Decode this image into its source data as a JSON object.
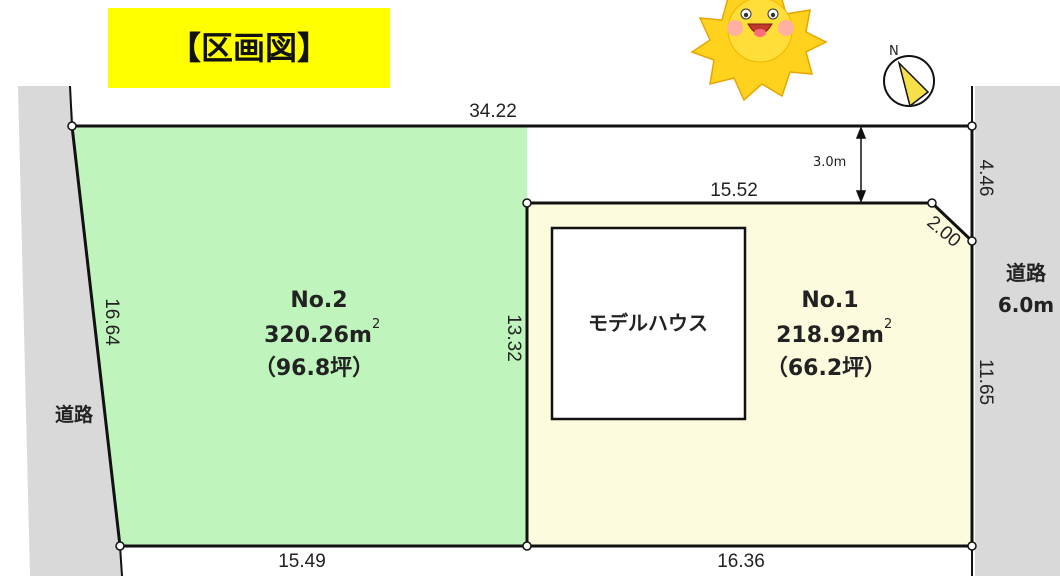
{
  "title": "【区画図】",
  "dimensions": {
    "top": "34.22",
    "left": "16.64",
    "bottom_left": "15.49",
    "bottom_right": "16.36",
    "middle": "13.32",
    "lot1_top": "15.52",
    "corner": "2.00",
    "right_upper": "4.46",
    "right_lower": "11.65",
    "setback": "3.0m"
  },
  "lots": [
    {
      "number": "No.2",
      "area": "320.26m",
      "tsubo": "（96.8坪）",
      "color": "#bff5bd"
    },
    {
      "number": "No.1",
      "area": "218.92m",
      "tsubo": "（66.2坪）",
      "color": "#fdfbdd"
    }
  ],
  "area_unit_superscript": "2",
  "model_house": "モデルハウス",
  "roads": {
    "left": "道路",
    "right": "道路",
    "right_width": "6.0m",
    "color": "#d9d9d9"
  },
  "compass": "N",
  "icons": {
    "sun": "sun-face-icon",
    "compass": "north-arrow-icon"
  }
}
